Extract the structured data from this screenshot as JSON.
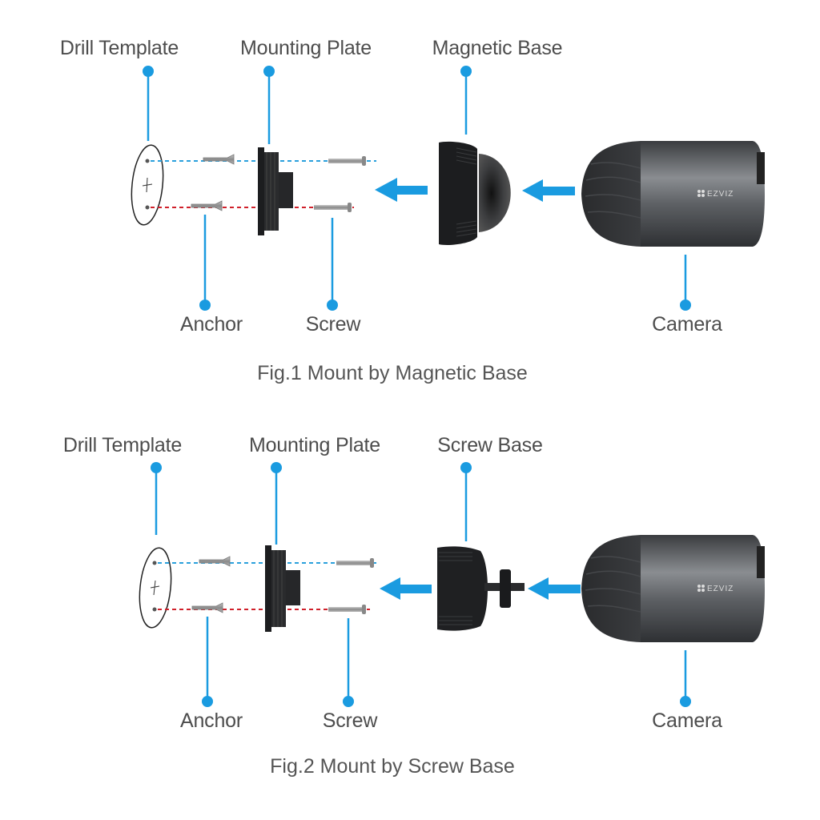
{
  "colors": {
    "callout": "#1a9be0",
    "arrow": "#1a9be0",
    "guide_top": "#2aa0dc",
    "guide_bottom": "#d0202a",
    "camera_body": "#5a5d61",
    "camera_front": "#2b2c2e",
    "base": "#1e1f21"
  },
  "figures": [
    {
      "labels": {
        "drill_template": "Drill Template",
        "mounting_plate": "Mounting Plate",
        "base": "Magnetic Base",
        "anchor": "Anchor",
        "screw": "Screw",
        "camera": "Camera"
      },
      "caption": "Fig.1 Mount by Magnetic Base",
      "brand": "EZVIZ"
    },
    {
      "labels": {
        "drill_template": "Drill Template",
        "mounting_plate": "Mounting Plate",
        "base": "Screw Base",
        "anchor": "Anchor",
        "screw": "Screw",
        "camera": "Camera"
      },
      "caption": "Fig.2 Mount by Screw Base",
      "brand": "EZVIZ"
    }
  ]
}
